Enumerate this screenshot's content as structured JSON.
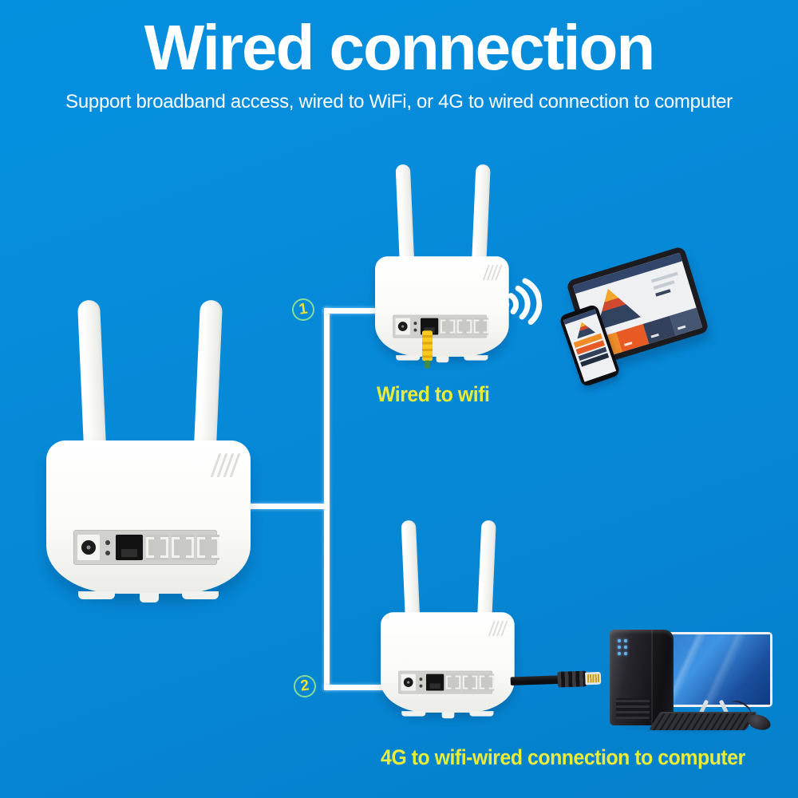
{
  "header": {
    "title": "Wired connection",
    "subtitle": "Support broadband access, wired to WiFi, or 4G to wired connection to computer"
  },
  "steps": {
    "step1": {
      "number": "1",
      "label": "Wired to wifi"
    },
    "step2": {
      "number": "2",
      "label": "4G to wifi-wired connection to computer"
    }
  },
  "colors": {
    "background_blue": "#0689d8",
    "title_text": "#ffffff",
    "step_label_yellow": "#e9ec3a",
    "step_circle_green": "#85dd95",
    "step_number_yellow": "#f0e42e",
    "connection_line": "#ffffff",
    "yellow_cable": "#f6cb1e",
    "black_cable": "#131316"
  },
  "icons": {
    "wifi_signal": "wifi-waves-pointing-right",
    "router": "4g-router-back-view-two-antennas",
    "tablet": "tablet-showing-webpage-with-pyramid-chart",
    "phone": "smartphone-showing-webpage",
    "desktop": "desktop-pc-tower-monitor-keyboard-mouse",
    "yellow_cable": "yellow-ethernet-cable-plugged-into-wan-port",
    "black_cable": "black-ethernet-cable-with-rj45-plug"
  }
}
